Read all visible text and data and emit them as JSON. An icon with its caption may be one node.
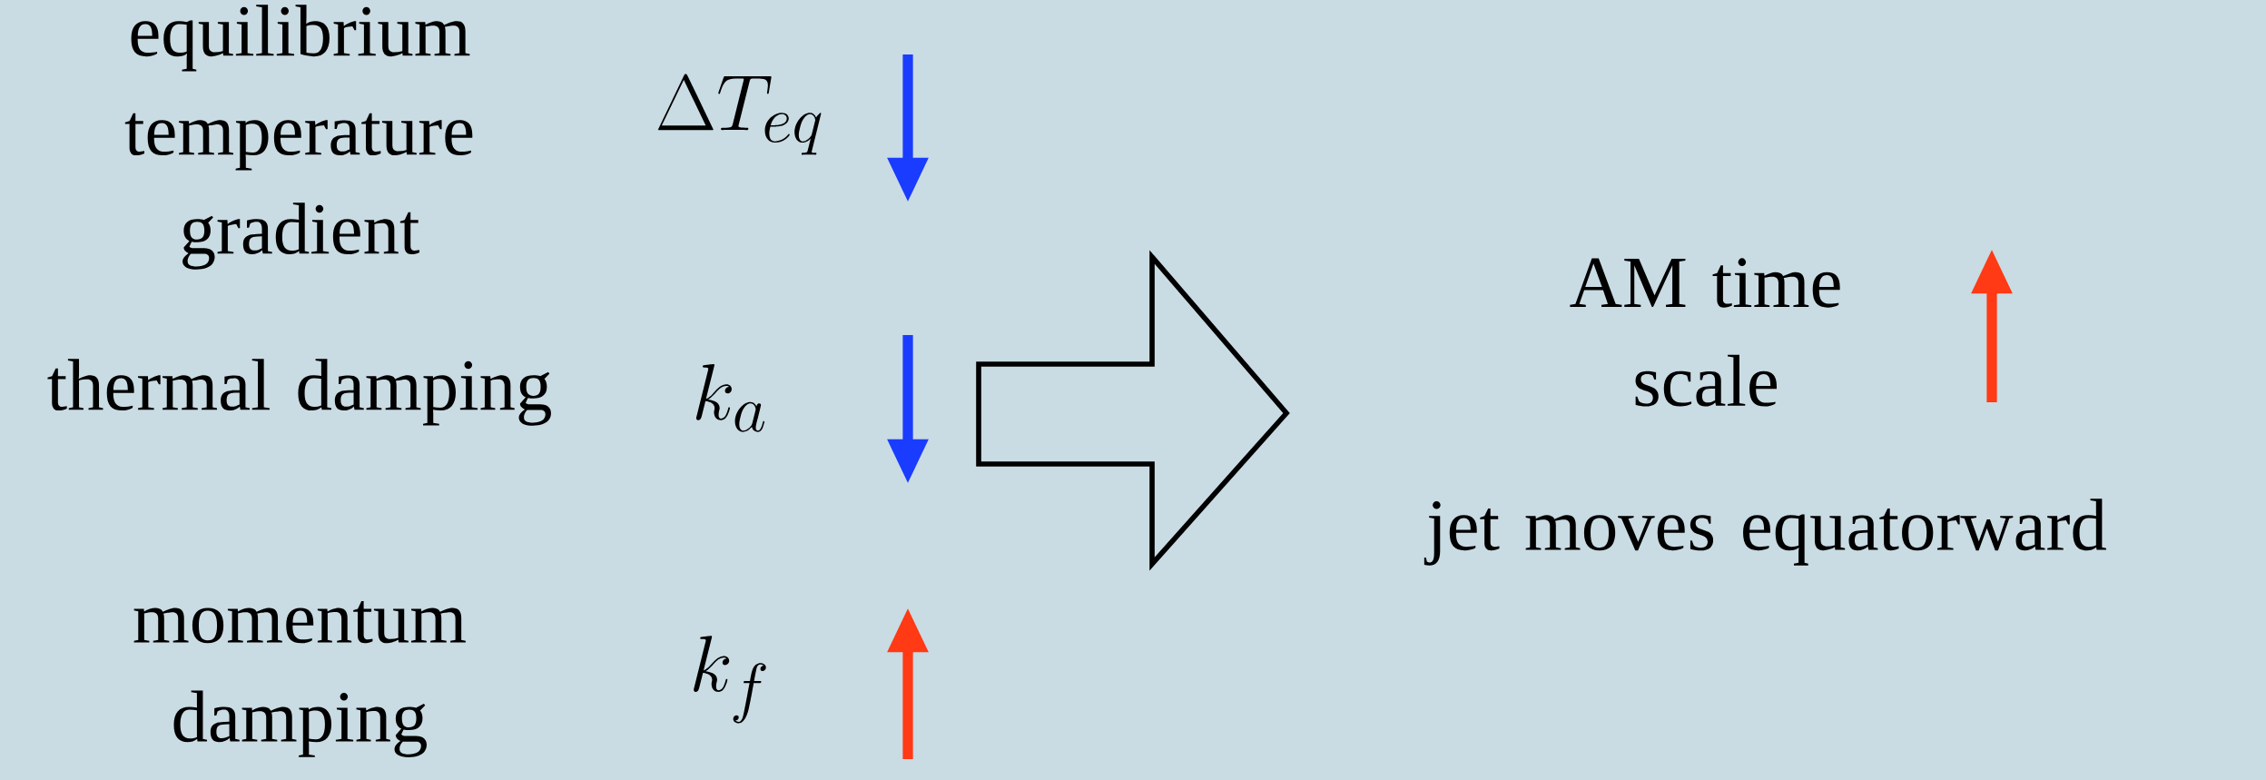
{
  "diagram": {
    "labels": [
      "equilibrium temperature gradient",
      "\\Delta T_{eq}",
      "thermal damping",
      "k_a",
      "momentum damping",
      "k_f",
      "AM time scale",
      "jet moves equatorward"
    ]
  }
}
